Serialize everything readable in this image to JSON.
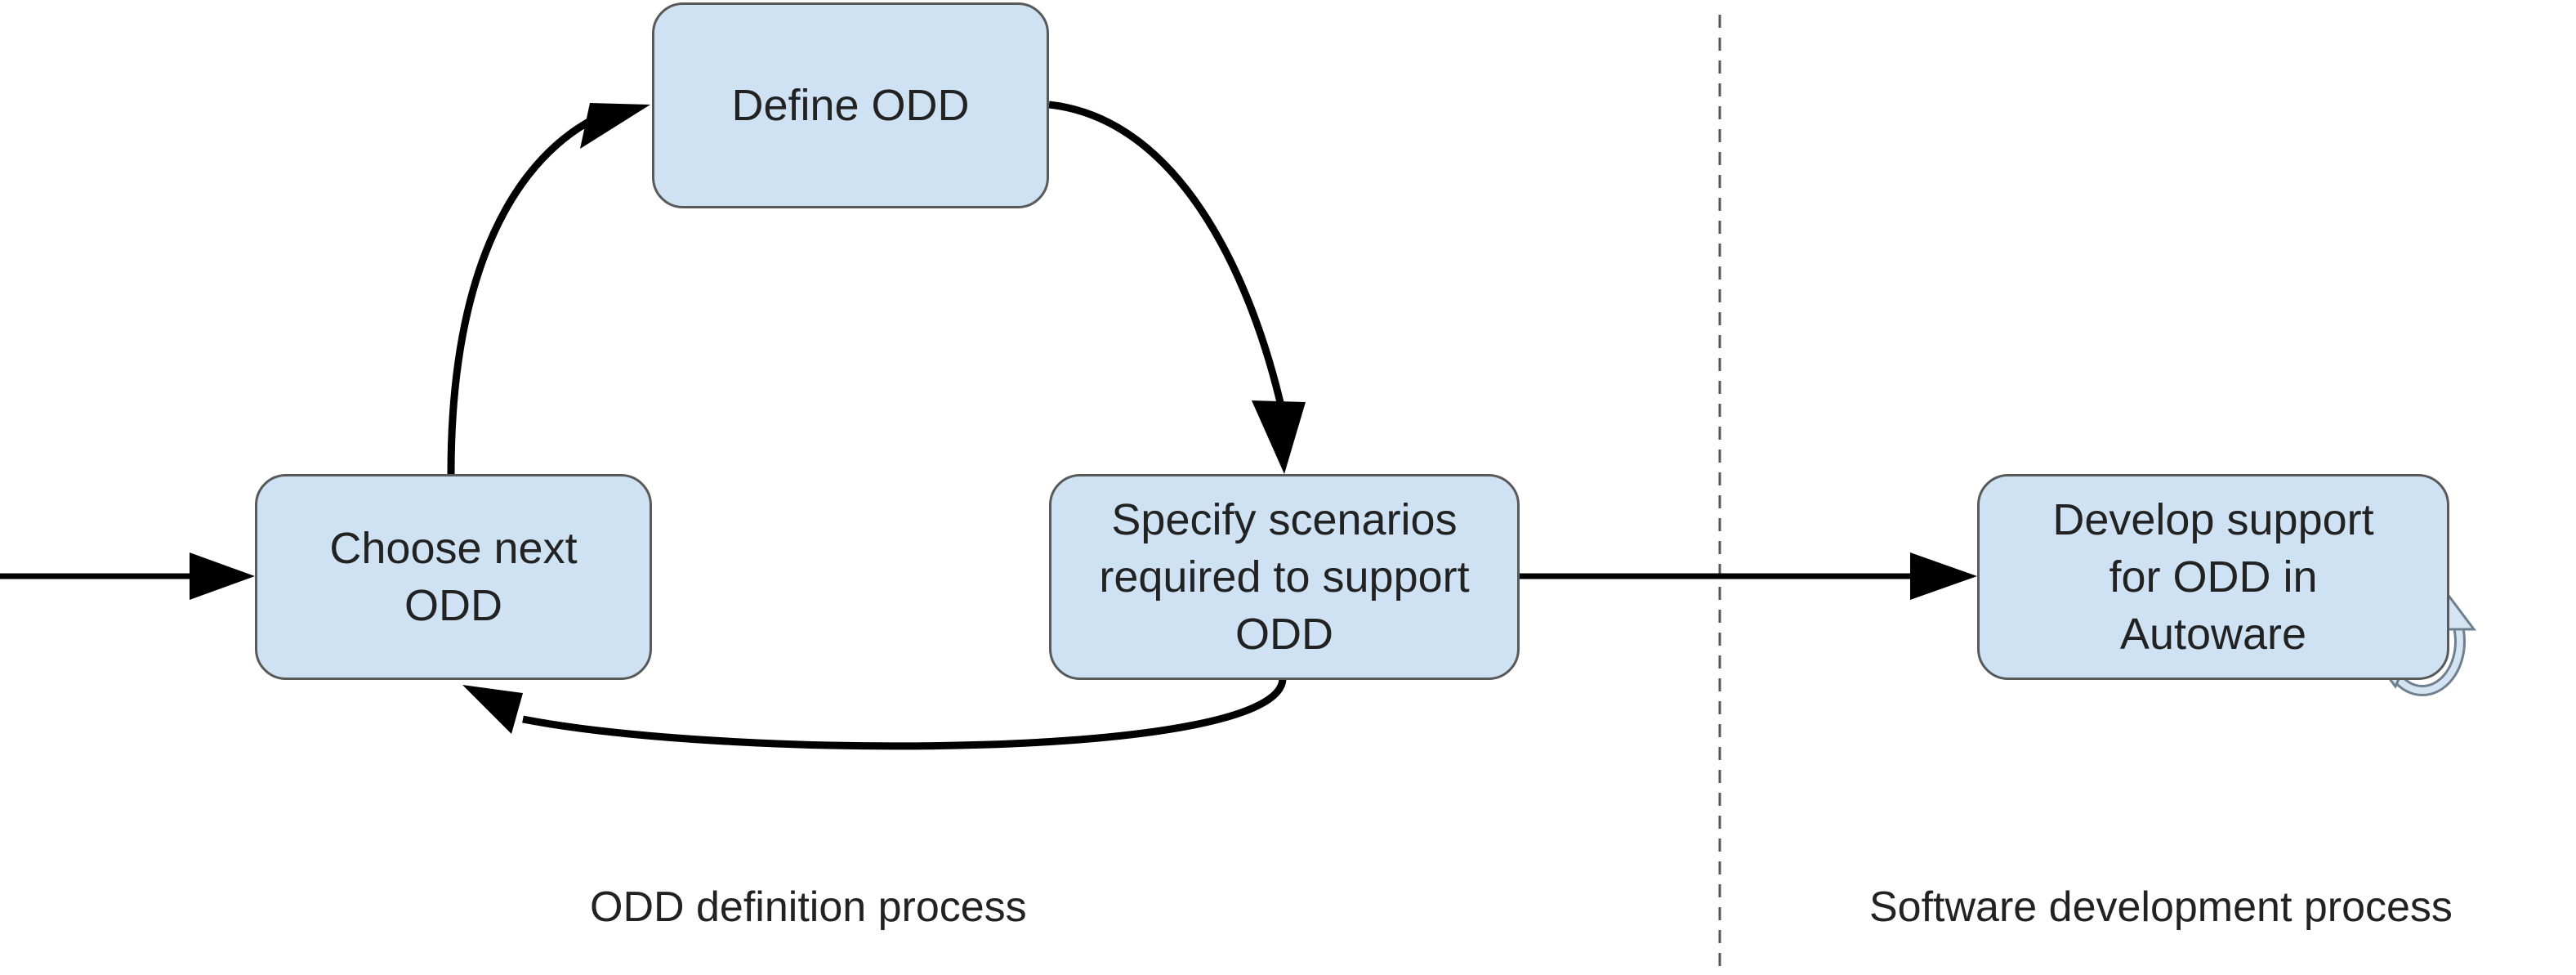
{
  "nodes": {
    "define_odd": "Define ODD",
    "choose_next_odd": "Choose next ODD",
    "specify_scenarios": "Specify scenarios required to support ODD",
    "develop_support": "Develop support for ODD in Autoware"
  },
  "captions": {
    "odd_definition_process": "ODD definition process",
    "software_development_process": "Software development process"
  },
  "colors": {
    "node_fill": "#cfe2f3",
    "node_border": "#595959",
    "arrow": "#000000",
    "divider": "#555555"
  },
  "icons": {
    "develop_support_badge": "cycle-icon"
  }
}
